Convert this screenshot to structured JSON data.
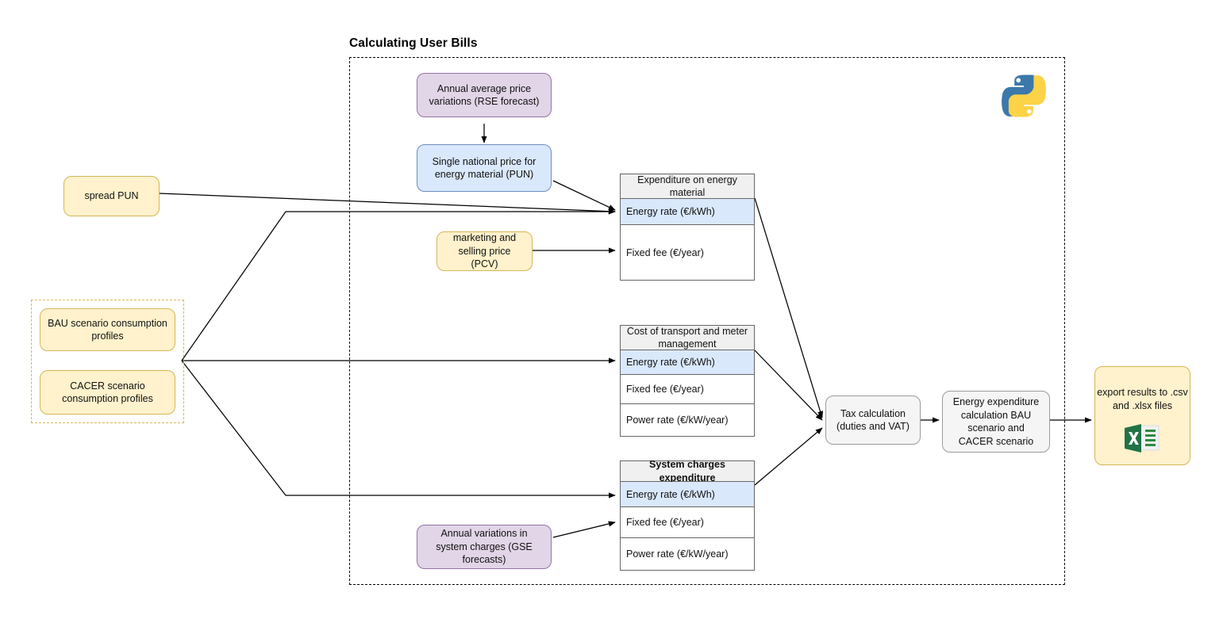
{
  "diagram": {
    "section_title": "Calculating User Bills",
    "python_logo": "python-logo",
    "excel_icon": "excel-file-icon"
  },
  "inputs": {
    "spread_pun": "spread PUN",
    "bau_profiles": "BAU scenario consumption profiles",
    "cacer_profiles": "CACER scenario consumption profiles",
    "rse_forecast": "Annual average price variations (RSE forecast)",
    "pun": "Single national price for energy material (PUN)",
    "pcv": "marketing and selling price (PCV)",
    "gse_forecast": "Annual variations in system charges (GSE forecasts)"
  },
  "tables": [
    {
      "id": "expenditure-energy-material",
      "header": "Expenditure on energy material",
      "header_bold": false,
      "rows": [
        {
          "label": "Energy rate (€/kWh)",
          "highlight": true
        },
        {
          "label": "Fixed fee (€/year)",
          "highlight": false
        }
      ]
    },
    {
      "id": "cost-transport-meter",
      "header": "Cost of transport and meter management",
      "header_bold": false,
      "rows": [
        {
          "label": "Energy rate (€/kWh)",
          "highlight": true
        },
        {
          "label": "Fixed fee (€/year)",
          "highlight": false
        },
        {
          "label": "Power rate (€/kW/year)",
          "highlight": false
        }
      ]
    },
    {
      "id": "system-charges-expenditure",
      "header": "System charges expenditure",
      "header_bold": true,
      "rows": [
        {
          "label": "Energy rate (€/kWh)",
          "highlight": true
        },
        {
          "label": "Fixed fee (€/year)",
          "highlight": false
        },
        {
          "label": "Power rate (€/kW/year)",
          "highlight": false
        }
      ]
    }
  ],
  "process": {
    "tax_calculation": "Tax calculation (duties and VAT)",
    "energy_expenditure": "Energy expenditure calculation BAU scenario and CACER scenario"
  },
  "output": {
    "export_label": "export results to .csv and .xlsx files"
  },
  "colors": {
    "yellow_fill": "#fff2cc",
    "yellow_border": "#d6b656",
    "purple_fill": "#e1d5e7",
    "purple_border": "#9673a6",
    "blue_fill": "#dae8fc",
    "blue_border": "#6c8ebf",
    "grey_fill": "#f5f5f5",
    "grey_border": "#9a9a9a",
    "header_fill": "#f0f0f0",
    "line": "#000000"
  }
}
